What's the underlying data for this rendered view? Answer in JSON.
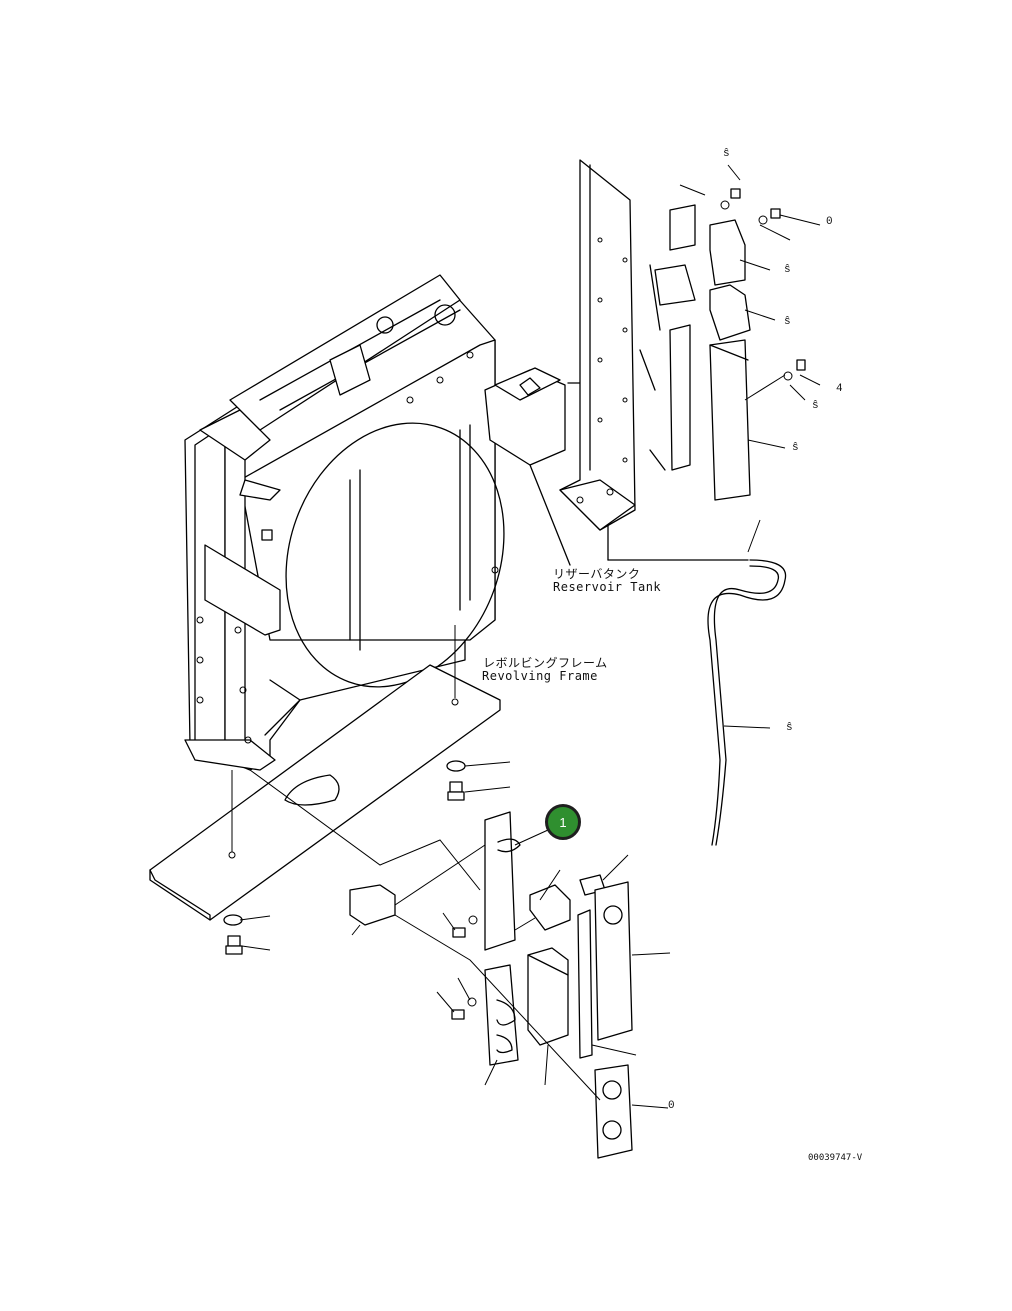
{
  "labels": {
    "reservoir_tank_jp": "リザーバタンク",
    "reservoir_tank_en": "Reservoir Tank",
    "revolving_frame_jp": "レボルビングフレーム",
    "revolving_frame_en": "Revolving Frame"
  },
  "marker": {
    "number": "1",
    "color": "#2f8f2f"
  },
  "drawing_code": "00039747-V"
}
